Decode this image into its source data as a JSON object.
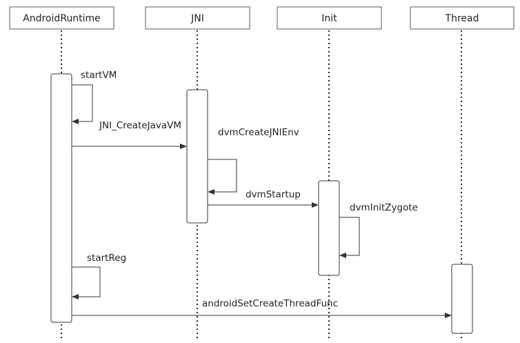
{
  "participants": [
    {
      "id": "android-runtime",
      "label": "AndroidRuntime"
    },
    {
      "id": "jni",
      "label": "JNI"
    },
    {
      "id": "init",
      "label": "Init"
    },
    {
      "id": "thread",
      "label": "Thread"
    }
  ],
  "messages": [
    {
      "id": "start-vm",
      "label": "startVM",
      "from": "android-runtime",
      "to": "android-runtime"
    },
    {
      "id": "jni-create-java-vm",
      "label": "JNI_CreateJavaVM",
      "from": "android-runtime",
      "to": "jni"
    },
    {
      "id": "dvm-create-jni-env",
      "label": "dvmCreateJNIEnv",
      "from": "jni",
      "to": "jni"
    },
    {
      "id": "dvm-startup",
      "label": "dvmStartup",
      "from": "jni",
      "to": "init"
    },
    {
      "id": "dvm-init-zygote",
      "label": "dvmInitZygote",
      "from": "init",
      "to": "init"
    },
    {
      "id": "start-reg",
      "label": "startReg",
      "from": "android-runtime",
      "to": "android-runtime"
    },
    {
      "id": "android-set-create-thread-func",
      "label": "androidSetCreateThreadFunc",
      "from": "android-runtime",
      "to": "thread"
    }
  ],
  "colors": {
    "line": "#333333",
    "box_border": "#5a5a5a",
    "text": "#222222",
    "background": "#ffffff"
  }
}
